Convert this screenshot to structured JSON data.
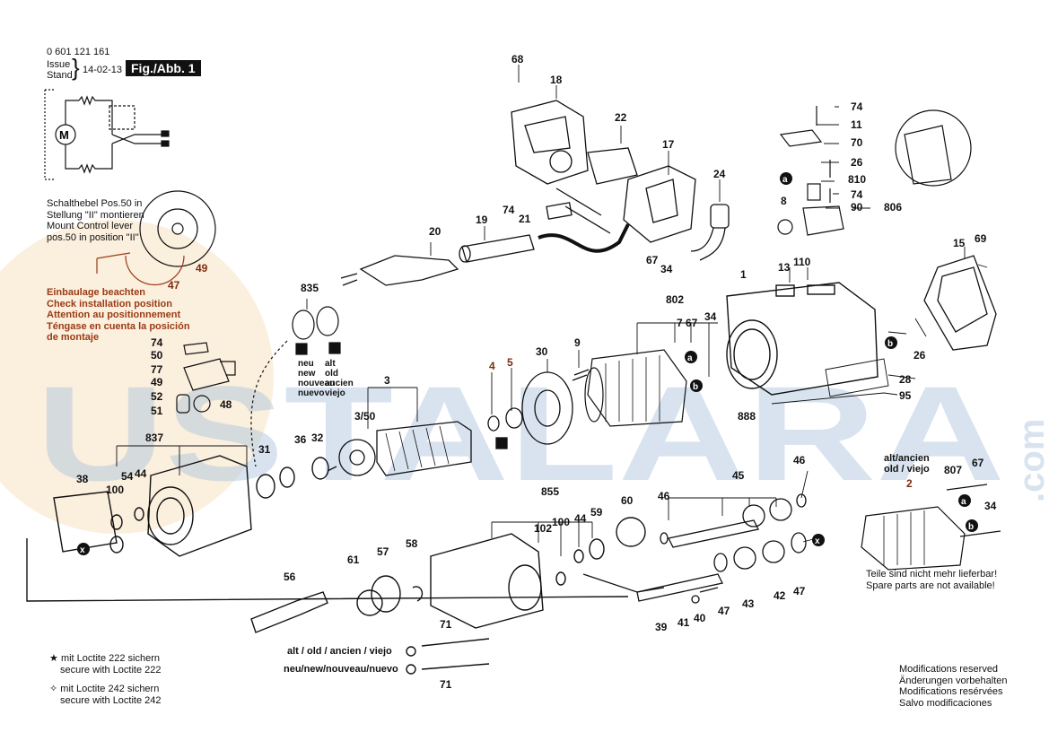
{
  "header": {
    "doc_number": "0 601 121 161",
    "issue_label": "Issue",
    "stand_label": "Stand",
    "date": "14-02-13",
    "figure_label": "Fig./Abb. 1"
  },
  "switch_note": {
    "lines": [
      "Schalthebel Pos.50 in",
      "Stellung \"II\" montieren",
      "Mount Control lever",
      "pos.50 in position \"II\""
    ]
  },
  "install_warning": {
    "lines": [
      "Einbaulage beachten",
      "Check installation position",
      "Attention au positionnement",
      "Téngase en cuenta la posición",
      "de montaje"
    ]
  },
  "variant_new": [
    "neu",
    "new",
    "nouveau",
    "nuevo"
  ],
  "variant_old": [
    "alt",
    "old",
    "ancien",
    "viejo"
  ],
  "screw_old_label": "alt / old / ancien / viejo",
  "screw_new_label": "neu/new/nouveau/nuevo",
  "armature_old_label": [
    "alt/ancien",
    "old / viejo"
  ],
  "spare_note": [
    "Teile sind nicht mehr lieferbar!",
    "Spare parts are not available!"
  ],
  "loctite": {
    "l222": [
      "mit Loctite 222 sichern",
      "secure with Loctite 222"
    ],
    "l242": [
      "mit Loctite 242 sichern",
      "secure with Loctite 242"
    ],
    "star_filled": "★",
    "star_outline": "✧"
  },
  "modifications": [
    "Modifications reserved",
    "Änderungen vorbehalten",
    "Modifications resérvées",
    "Salvo modificaciones"
  ],
  "motor_symbol": "M",
  "callout_letters": [
    "a",
    "b",
    "x"
  ],
  "watermark": {
    "main": "USTALARA",
    "suffix": ".com"
  },
  "part_numbers": [
    "68",
    "18",
    "22",
    "17",
    "24",
    "74",
    "21",
    "20",
    "19",
    "67",
    "34",
    "74",
    "11",
    "70",
    "26",
    "810",
    "74",
    "8",
    "90",
    "806",
    "15",
    "69",
    "1",
    "13",
    "110",
    "26",
    "802",
    "7",
    "67",
    "34",
    "9",
    "30",
    "28",
    "95",
    "888",
    "835",
    "3",
    "3/50",
    "4",
    "5",
    "837",
    "31",
    "36",
    "32",
    "38",
    "100",
    "54",
    "44",
    "74",
    "50",
    "77",
    "49",
    "52",
    "51",
    "48",
    "47",
    "49",
    "855",
    "102",
    "100",
    "44",
    "59",
    "60",
    "46",
    "45",
    "46",
    "2",
    "807",
    "67",
    "34",
    "56",
    "61",
    "57",
    "58",
    "71",
    "71",
    "39",
    "41",
    "40",
    "47",
    "43",
    "42",
    "47"
  ],
  "colors": {
    "ink": "#111111",
    "warning": "#9a3b14",
    "watermark_blue": "#a9c3dc",
    "watermark_orange": "#f2c78a"
  }
}
